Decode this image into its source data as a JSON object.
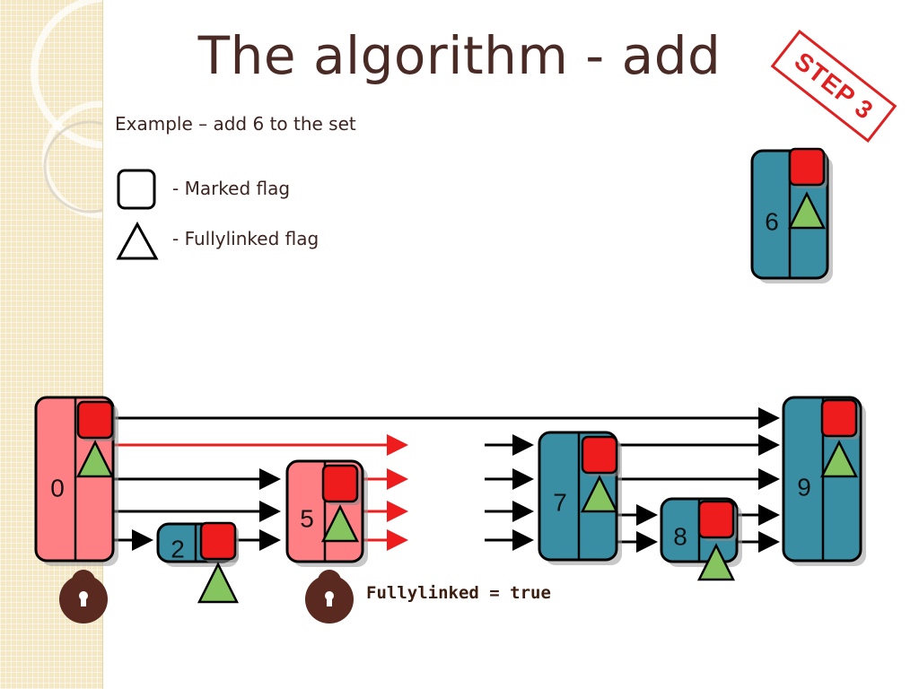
{
  "slide": {
    "title": "The algorithm - add",
    "subtitle": "Example – add 6 to the set",
    "stamp": "STEP 3",
    "caption": "Fullylinked = true"
  },
  "legend": {
    "marked": "- Marked flag",
    "fullylinked": "- Fullylinked flag"
  },
  "colors": {
    "locked_node": "#fe7f84",
    "node": "#3a8ea3",
    "marked_flag": "#ee1c1c",
    "fullylinked_flag": "#86c460",
    "new_pointer": "#ee1c1c",
    "pointer": "#000000",
    "lock": "#5a2a20"
  },
  "nodes": [
    {
      "key": "0",
      "locked": true
    },
    {
      "key": "2",
      "locked": false
    },
    {
      "key": "5",
      "locked": true
    },
    {
      "key": "6",
      "locked": false
    },
    {
      "key": "7",
      "locked": false
    },
    {
      "key": "8",
      "locked": false
    },
    {
      "key": "9",
      "locked": false
    }
  ]
}
